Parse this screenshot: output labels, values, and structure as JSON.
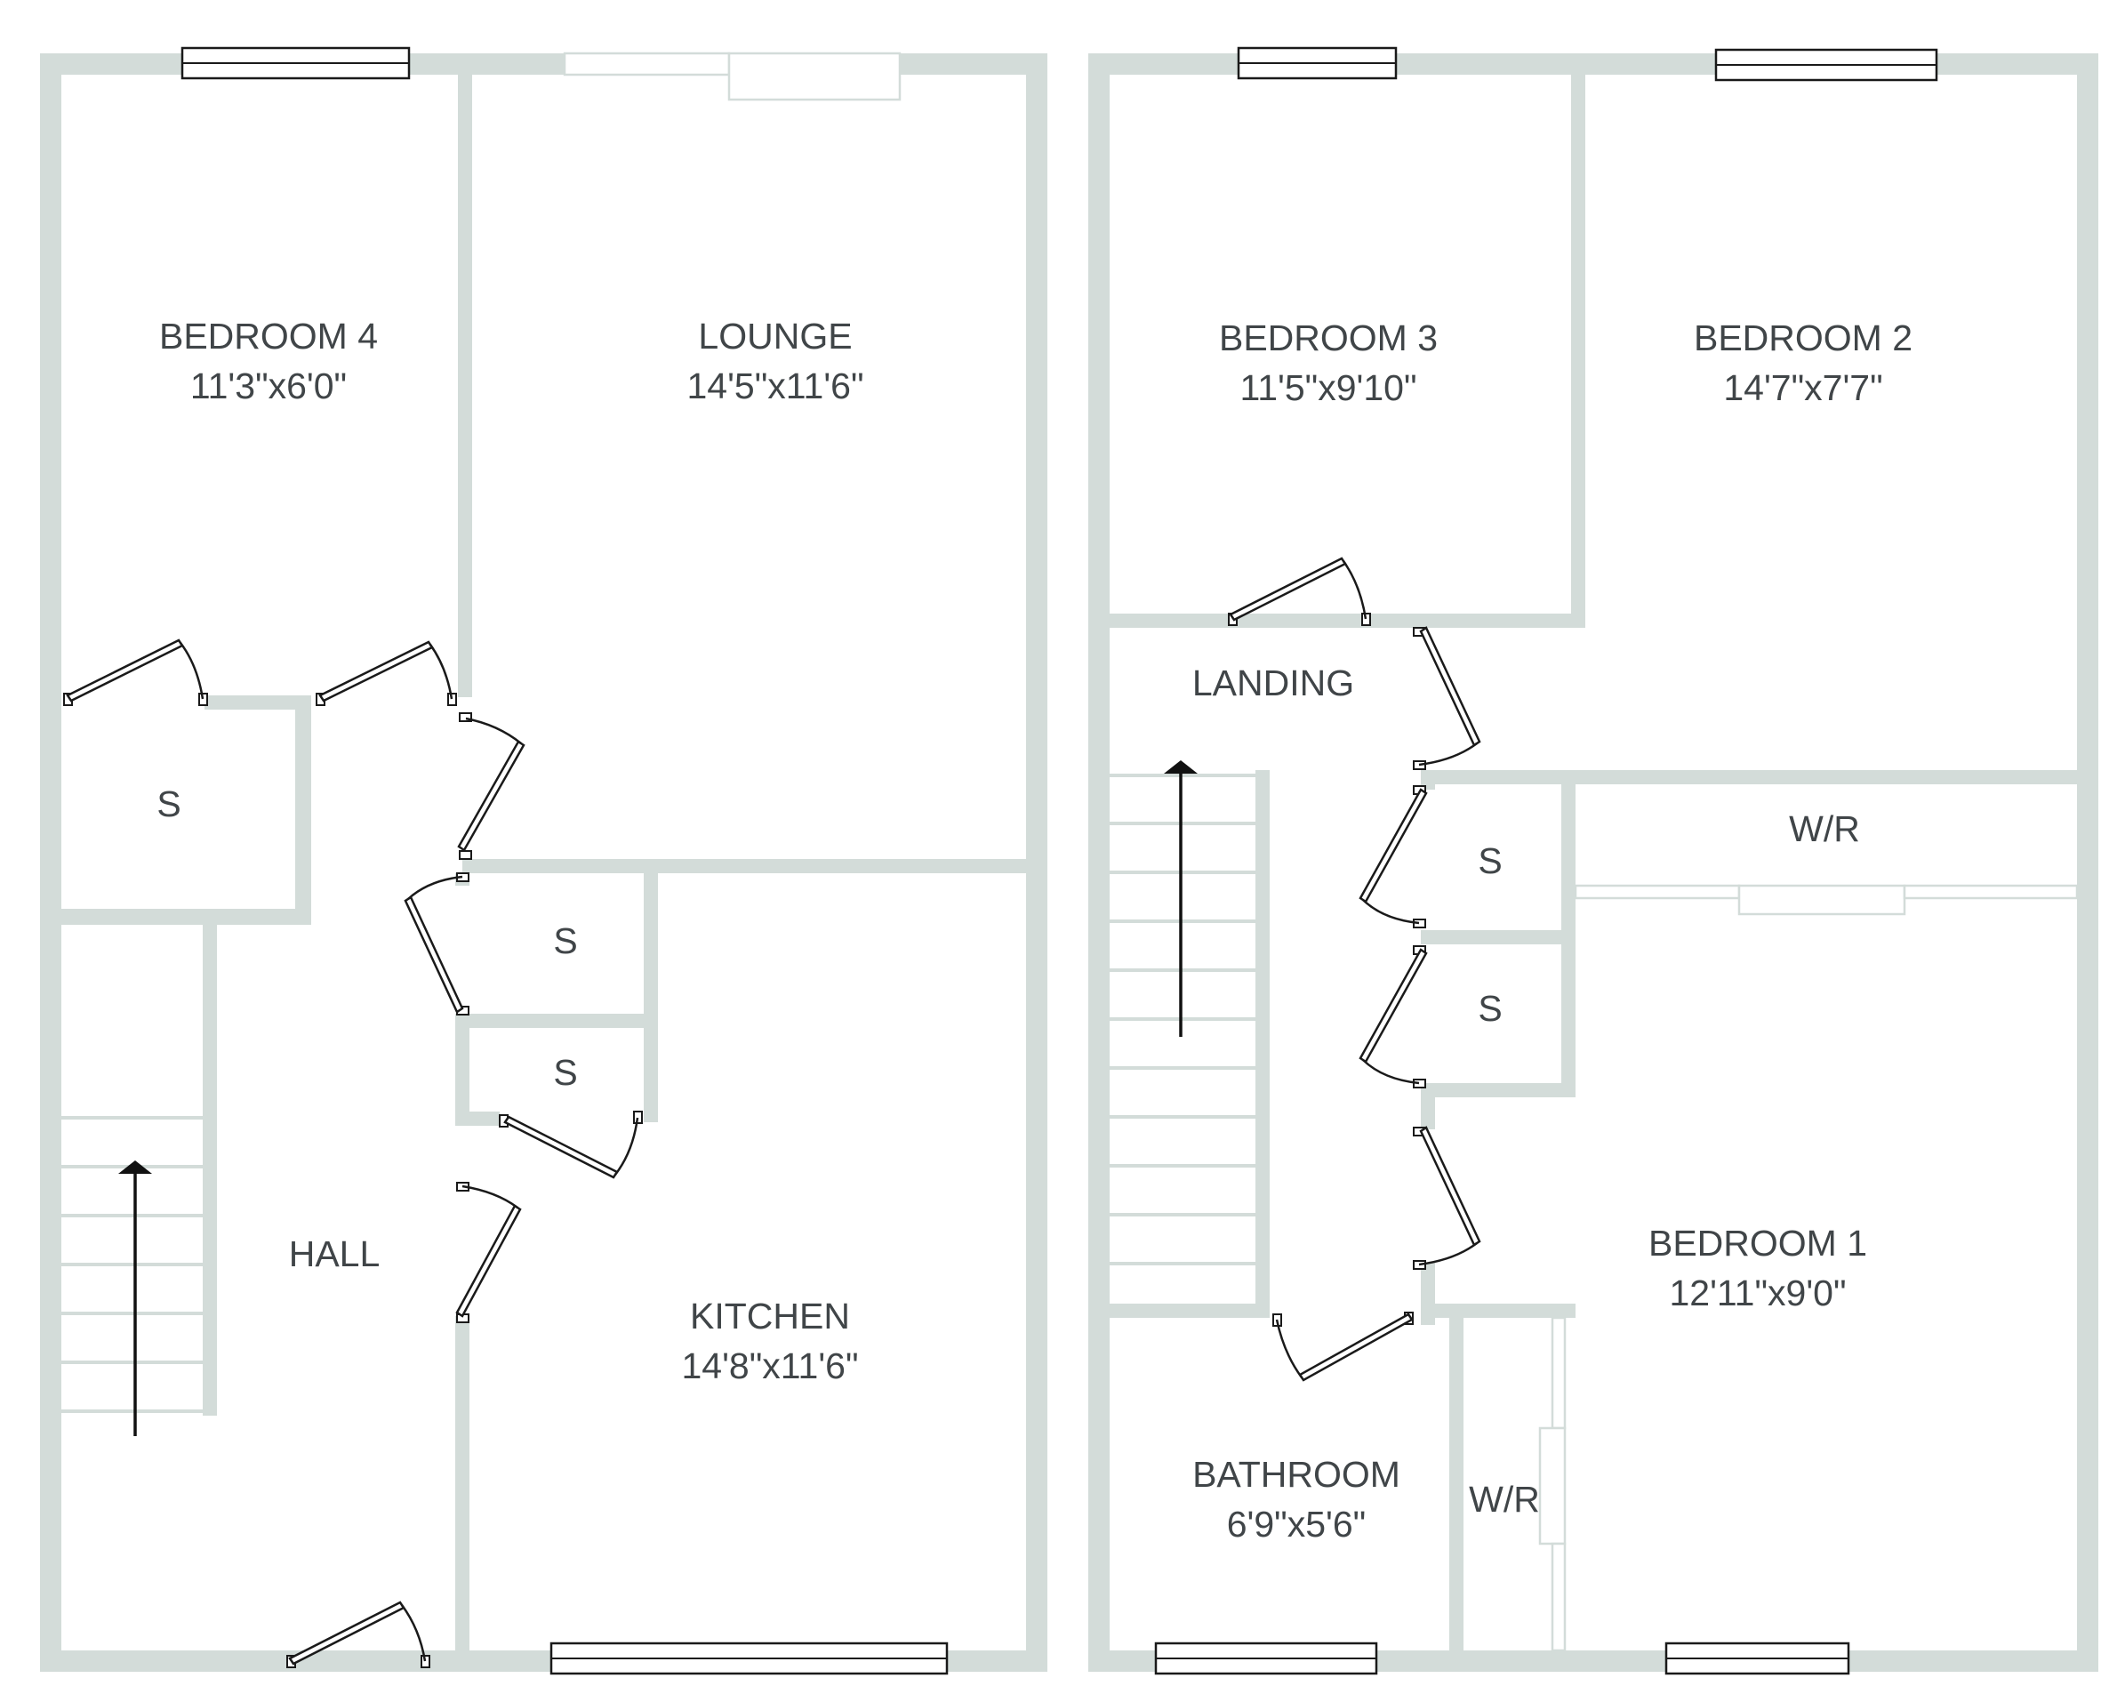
{
  "ground_floor": {
    "rooms": {
      "bedroom4": {
        "name": "BEDROOM 4",
        "size": "11'3\"x6'0\""
      },
      "lounge": {
        "name": "LOUNGE",
        "size": "14'5\"x11'6\""
      },
      "kitchen": {
        "name": "KITCHEN",
        "size": "14'8\"x11'6\""
      },
      "hall": {
        "name": "HALL"
      },
      "store_a": {
        "name": "S"
      },
      "store_b": {
        "name": "S"
      },
      "store_c": {
        "name": "S"
      }
    }
  },
  "first_floor": {
    "rooms": {
      "bedroom3": {
        "name": "BEDROOM 3",
        "size": "11'5\"x9'10\""
      },
      "bedroom2": {
        "name": "BEDROOM 2",
        "size": "14'7\"x7'7\""
      },
      "bedroom1": {
        "name": "BEDROOM 1",
        "size": "12'11\"x9'0\""
      },
      "bathroom": {
        "name": "BATHROOM",
        "size": "6'9\"x5'6\""
      },
      "landing": {
        "name": "LANDING"
      },
      "wardrobe_a": {
        "name": "W/R"
      },
      "wardrobe_b": {
        "name": "W/R"
      },
      "store_a": {
        "name": "S"
      },
      "store_b": {
        "name": "S"
      }
    }
  },
  "colors": {
    "wall": "#d3dcd9",
    "line": "#1a1a1a",
    "text": "#404548"
  }
}
